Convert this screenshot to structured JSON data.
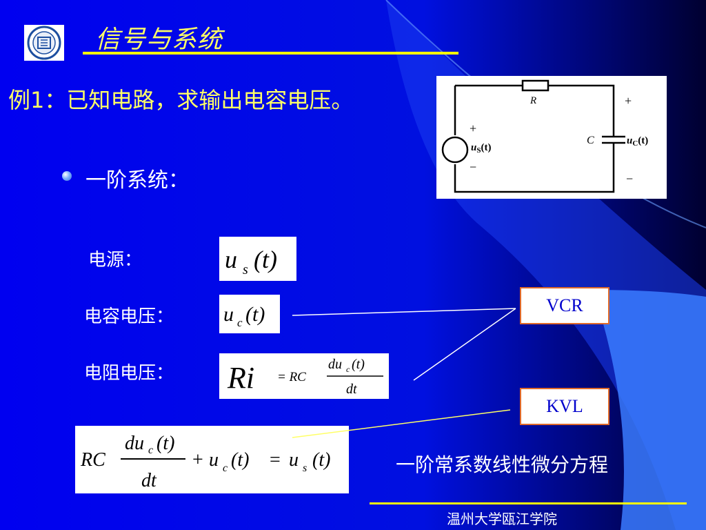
{
  "slide": {
    "title": "信号与系统",
    "example": "例1：已知电路，求输出电容电压。",
    "bullet": "一阶系统：",
    "labels": {
      "source": "电源：",
      "capacitor_voltage": "电容电压：",
      "resistor_voltage": "电阻电压："
    },
    "boxes": {
      "vcr": "VCR",
      "kvl": "KVL"
    },
    "note": "一阶常系数线性微分方程",
    "footer": "温州大学瓯江学院",
    "colors": {
      "background": "#0000ee",
      "title": "#ffff66",
      "rule": "#ffff00",
      "box_border": "#e06a2a"
    }
  },
  "circuit": {
    "resistor": "R",
    "capacitor": "C",
    "plus": "+",
    "minus": "−",
    "source_u": "u",
    "source_sub": "S",
    "source_arg": "(t)",
    "cap_u": "u",
    "cap_sub": "C",
    "cap_arg": "(t)"
  },
  "formulas": {
    "us": {
      "u": "u",
      "sub": "s",
      "arg": "(t)"
    },
    "uc": {
      "u": "u",
      "sub": "c",
      "arg": "(t)"
    },
    "ri": {
      "lhs": "Ri",
      "eq": "= RC",
      "num": "du",
      "num_sub": "c",
      "num_arg": "(t)",
      "den": "dt"
    },
    "ode": {
      "rc": "RC",
      "num": "du",
      "num_sub": "c",
      "num_arg": "(t)",
      "den": "dt",
      "plus": "+",
      "uc": "u",
      "uc_sub": "c",
      "uc_arg": "(t)",
      "eq": "=",
      "us": "u",
      "us_sub": "s",
      "us_arg": "(t)"
    }
  }
}
